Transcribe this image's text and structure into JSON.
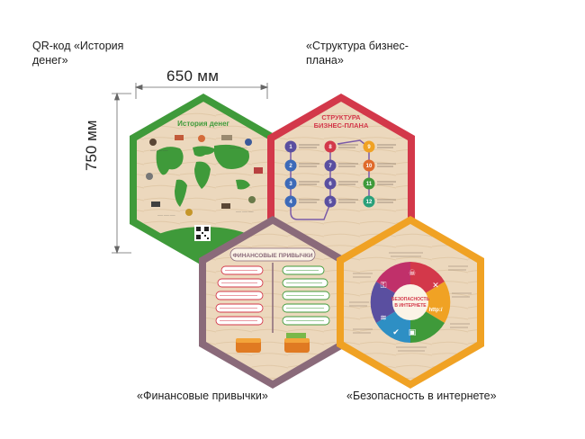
{
  "captions": {
    "history": "QR-код «История денег»",
    "structure": "«Структура бизнес-плана»",
    "finance": "«Финансовые привычки»",
    "security": "«Безопасность в интернете»"
  },
  "dimensions": {
    "width": "650 мм",
    "height": "750 мм"
  },
  "panels": {
    "history": {
      "title": "История денег",
      "color": "#3f9a3a"
    },
    "structure": {
      "title_line1": "СТРУКТУРА",
      "title_line2": "БИЗНЕС-ПЛАНА",
      "color": "#d3384a",
      "steps": [
        "1",
        "2",
        "3",
        "4",
        "5",
        "6",
        "7",
        "8",
        "9",
        "10",
        "11",
        "12"
      ]
    },
    "finance": {
      "title": "ФИНАНСОВЫЕ ПРИВЫЧКИ",
      "color": "#8a6a7a"
    },
    "security": {
      "title_line1": "БЕЗОПАСНОСТЬ",
      "title_line2": "В ИНТЕРНЕТЕ",
      "http": "http:/",
      "color": "#f0a224"
    }
  },
  "colors": {
    "wood": "#ecd7bc",
    "green": "#3f9a3a",
    "red": "#d3384a",
    "mauve": "#8a6a7a",
    "orange": "#f0a224"
  }
}
